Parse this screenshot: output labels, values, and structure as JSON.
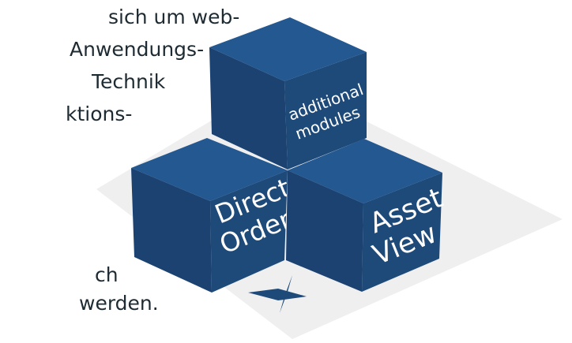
{
  "text_lines": [
    "sich um web-",
    "Anwendungs-",
    "Technik",
    "ktions-",
    "ch",
    "werden."
  ],
  "cubes": {
    "top": {
      "line1": "additional",
      "line2": "modules"
    },
    "left": {
      "line1": "Direct",
      "line2": "Order"
    },
    "right": {
      "line1": "Asset",
      "line2": "View"
    }
  },
  "colors": {
    "platform": "#efeff0",
    "cube_front": "#1e4a7a",
    "cube_side": "#163a63",
    "cube_top": "#245891",
    "text_on_cube": "#ffffff",
    "logo": "#1e4a7a"
  },
  "logo_icon": "x-logo-icon"
}
